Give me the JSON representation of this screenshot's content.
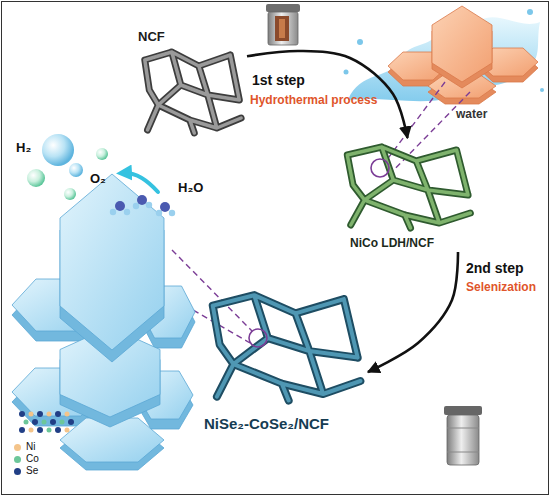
{
  "diagram": {
    "nodes": [
      {
        "text": [
          "NCF"
        ]
      },
      {
        "text": [
          "NiCo LDH/NCF"
        ]
      },
      {
        "text": [
          "NiSe₂-CoSe₂/NCF"
        ]
      }
    ],
    "edges": [
      {
        "from": 0,
        "to": 1,
        "arrow": "to"
      },
      {
        "from": 1,
        "to": 2,
        "arrow": "to"
      }
    ],
    "labels": [
      "1st step",
      "Hydrothermal process",
      "water",
      "2nd step",
      "Selenization",
      "H₂",
      "O₂",
      "H₂O"
    ],
    "legend": [
      {
        "text": "Ni",
        "color": "#f4c48a"
      },
      {
        "text": "Co",
        "color": "#6cc79a"
      },
      {
        "text": "Se",
        "color": "#213f86"
      }
    ]
  }
}
